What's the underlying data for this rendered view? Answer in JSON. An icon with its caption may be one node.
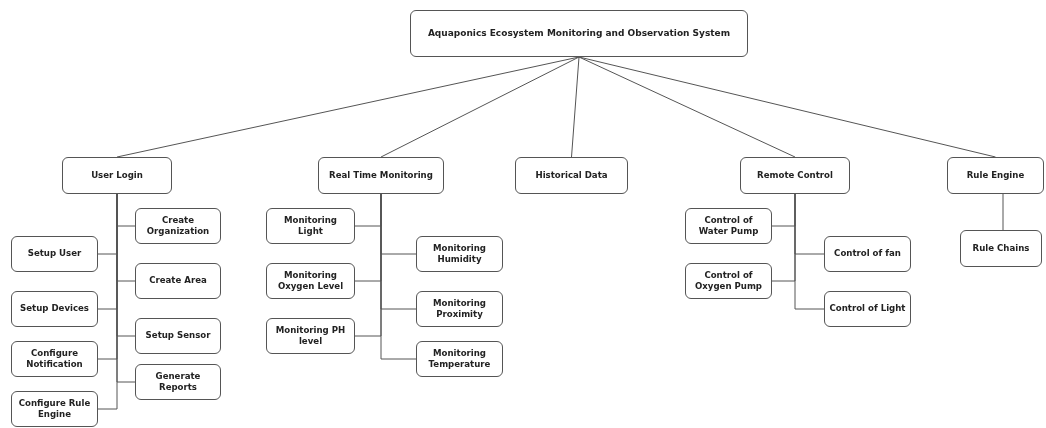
{
  "diagram": {
    "nodes": [
      {
        "text": [
          "Aquaponics Ecosystem Monitoring and Observation System"
        ]
      },
      {
        "text": [
          "User Login"
        ]
      },
      {
        "text": [
          "Real Time Monitoring"
        ]
      },
      {
        "text": [
          "Historical Data"
        ]
      },
      {
        "text": [
          "Remote Control"
        ]
      },
      {
        "text": [
          "Rule Engine"
        ]
      },
      {
        "text": [
          "Setup User"
        ]
      },
      {
        "text": [
          "Setup Devices"
        ]
      },
      {
        "text": [
          "Configure Notification"
        ]
      },
      {
        "text": [
          "Configure Rule Engine"
        ]
      },
      {
        "text": [
          "Create Organization"
        ]
      },
      {
        "text": [
          "Create Area"
        ]
      },
      {
        "text": [
          "Setup Sensor"
        ]
      },
      {
        "text": [
          "Generate Reports"
        ]
      },
      {
        "text": [
          "Monitoring Light"
        ]
      },
      {
        "text": [
          "Monitoring Oxygen Level"
        ]
      },
      {
        "text": [
          "Monitoring PH level"
        ]
      },
      {
        "text": [
          "Monitoring Humidity"
        ]
      },
      {
        "text": [
          "Monitoring Proximity"
        ]
      },
      {
        "text": [
          "Monitoring Temperature"
        ]
      },
      {
        "text": [
          "Control of Water Pump"
        ]
      },
      {
        "text": [
          "Control of Oxygen Pump"
        ]
      },
      {
        "text": [
          "Control of fan"
        ]
      },
      {
        "text": [
          "Control of Light"
        ]
      },
      {
        "text": [
          "Rule Chains"
        ]
      }
    ],
    "edges": [
      {
        "from": 0,
        "to": 1,
        "arrow": "none"
      },
      {
        "from": 0,
        "to": 2,
        "arrow": "none"
      },
      {
        "from": 0,
        "to": 3,
        "arrow": "none"
      },
      {
        "from": 0,
        "to": 4,
        "arrow": "none"
      },
      {
        "from": 0,
        "to": 5,
        "arrow": "none"
      },
      {
        "from": 1,
        "to": 6,
        "arrow": "none"
      },
      {
        "from": 1,
        "to": 7,
        "arrow": "none"
      },
      {
        "from": 1,
        "to": 8,
        "arrow": "none"
      },
      {
        "from": 1,
        "to": 9,
        "arrow": "none"
      },
      {
        "from": 1,
        "to": 10,
        "arrow": "none"
      },
      {
        "from": 1,
        "to": 11,
        "arrow": "none"
      },
      {
        "from": 1,
        "to": 12,
        "arrow": "none"
      },
      {
        "from": 1,
        "to": 13,
        "arrow": "none"
      },
      {
        "from": 2,
        "to": 14,
        "arrow": "none"
      },
      {
        "from": 2,
        "to": 15,
        "arrow": "none"
      },
      {
        "from": 2,
        "to": 16,
        "arrow": "none"
      },
      {
        "from": 2,
        "to": 17,
        "arrow": "none"
      },
      {
        "from": 2,
        "to": 18,
        "arrow": "none"
      },
      {
        "from": 2,
        "to": 19,
        "arrow": "none"
      },
      {
        "from": 4,
        "to": 20,
        "arrow": "none"
      },
      {
        "from": 4,
        "to": 21,
        "arrow": "none"
      },
      {
        "from": 4,
        "to": 22,
        "arrow": "none"
      },
      {
        "from": 4,
        "to": 23,
        "arrow": "none"
      },
      {
        "from": 5,
        "to": 24,
        "arrow": "none"
      }
    ]
  }
}
